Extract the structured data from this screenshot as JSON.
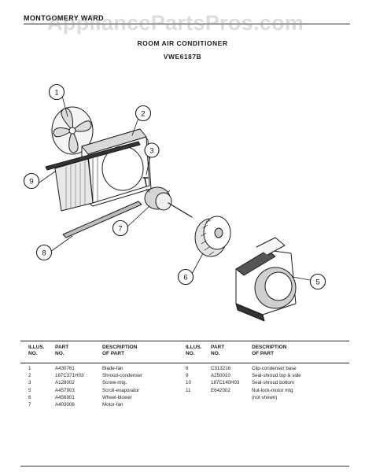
{
  "header": {
    "brand": "MONTGOMERY WARD",
    "watermark": "AppliancePartsPros.com",
    "title": "ROOM AIR CONDITIONER",
    "model": "VWE6187B"
  },
  "callouts": [
    "1",
    "2",
    "3",
    "5",
    "6",
    "7",
    "8",
    "9"
  ],
  "table": {
    "headers": {
      "illus": [
        "ILLUS.",
        "NO."
      ],
      "part": [
        "PART",
        "NO."
      ],
      "desc": [
        "DESCRIPTION",
        "OF PART"
      ]
    },
    "left_rows": [
      {
        "num": "1",
        "part": "A430761",
        "desc": "Blade-fan"
      },
      {
        "num": "2",
        "part": "187C371H03",
        "desc": "Shroud-condenser"
      },
      {
        "num": "3",
        "part": "A128002",
        "desc": "Screw-mtg."
      },
      {
        "num": "5",
        "part": "A457903",
        "desc": "Scroll-evaporator"
      },
      {
        "num": "6",
        "part": "A456901",
        "desc": "Wheel-blower"
      },
      {
        "num": "7",
        "part": "A403006",
        "desc": "Motor-fan"
      }
    ],
    "right_rows": [
      {
        "num": "8",
        "part": "C313216",
        "desc": "Clip-condenser base"
      },
      {
        "num": "9",
        "part": "A250010",
        "desc": "Seal-shroud top & side"
      },
      {
        "num": "10",
        "part": "187C140H03",
        "desc": "Seal-shroud bottom"
      },
      {
        "num": "11",
        "part": "E642002",
        "desc": "Nut-lock-motor mtg"
      },
      {
        "num": "",
        "part": "",
        "desc": "(not shown)"
      }
    ]
  }
}
